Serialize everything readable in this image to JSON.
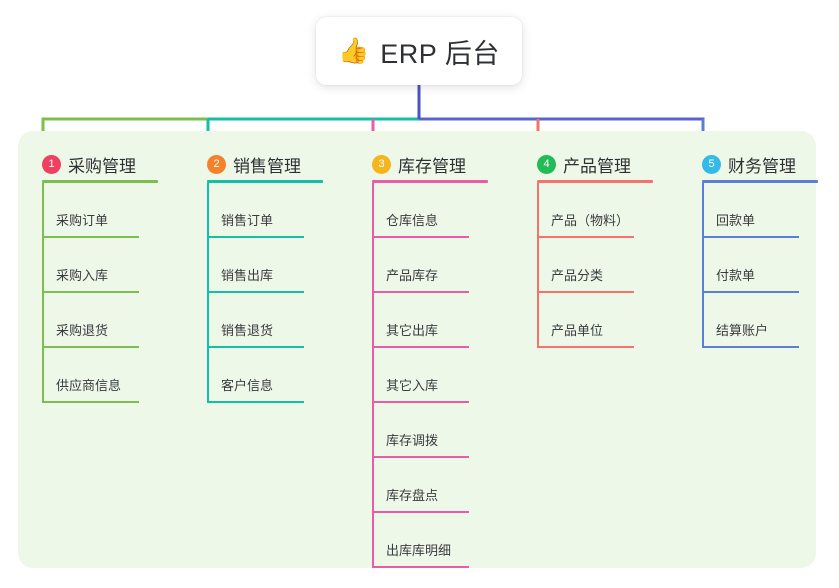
{
  "root": {
    "icon": "thumbs-up-icon",
    "icon_glyph": "👍",
    "title": "ERP 后台"
  },
  "palette": {
    "panel_background": "#eef8e9",
    "page_background": "#ffffff",
    "root_stem": "#4a53c4",
    "bus_left": "#7cbf4e",
    "bus_middle": "#13bfa6",
    "bus_right": "#5a63cf",
    "text": "#2f3033"
  },
  "columns": [
    {
      "number": "1",
      "title": "采购管理",
      "badge_color": "#ef4060",
      "line_color": "#7cbf4e",
      "items": [
        "采购订单",
        "采购入库",
        "采购退货",
        "供应商信息"
      ]
    },
    {
      "number": "2",
      "title": "销售管理",
      "badge_color": "#f5822b",
      "line_color": "#13bfa6",
      "items": [
        "销售订单",
        "销售出库",
        "销售退货",
        "客户信息"
      ]
    },
    {
      "number": "3",
      "title": "库存管理",
      "badge_color": "#f5b51f",
      "line_color": "#ea5ca8",
      "items": [
        "仓库信息",
        "产品库存",
        "其它出库",
        "其它入库",
        "库存调拨",
        "库存盘点",
        "出库库明细"
      ]
    },
    {
      "number": "4",
      "title": "产品管理",
      "badge_color": "#22bb55",
      "line_color": "#f4736c",
      "items": [
        "产品（物料）",
        "产品分类",
        "产品单位"
      ]
    },
    {
      "number": "5",
      "title": "财务管理",
      "badge_color": "#35b9e8",
      "line_color": "#5a7fd4",
      "items": [
        "回款单",
        "付款单",
        "结算账户"
      ]
    }
  ]
}
